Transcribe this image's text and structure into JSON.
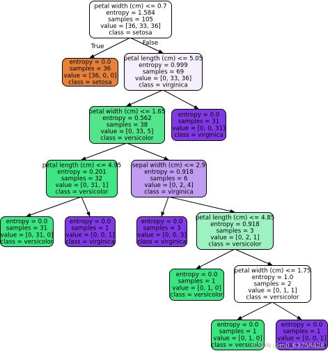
{
  "nodes": [
    {
      "id": "n0",
      "fill": "#ffffff",
      "lines": [
        "petal width (cm) <= 0.7",
        "entropy = 1.584",
        "samples = 105",
        "value = [36, 33, 36]",
        "class = setosa"
      ]
    },
    {
      "id": "n1",
      "fill": "#e58139",
      "lines": [
        "entropy = 0.0",
        "samples = 36",
        "value = [36, 0, 0]",
        "class = setosa"
      ]
    },
    {
      "id": "n2",
      "fill": "#f4eefd",
      "lines": [
        "petal length (cm) <= 5.05",
        "entropy = 0.999",
        "samples = 69",
        "value = [0, 33, 36]",
        "class = virginica"
      ]
    },
    {
      "id": "n3",
      "fill": "#52e58b",
      "lines": [
        "petal width (cm) <= 1.65",
        "entropy = 0.562",
        "samples = 38",
        "value = [0, 33, 5]",
        "class = versicolor"
      ]
    },
    {
      "id": "n4",
      "fill": "#8139e5",
      "lines": [
        "entropy = 0.0",
        "samples = 31",
        "value = [0, 0, 31]",
        "class = virginica"
      ]
    },
    {
      "id": "n5",
      "fill": "#3ee684",
      "lines": [
        "petal length (cm) <= 4.95",
        "entropy = 0.201",
        "samples = 32",
        "value = [0, 31, 1]",
        "class = versicolor"
      ]
    },
    {
      "id": "n6",
      "fill": "#c09cf2",
      "lines": [
        "sepal width (cm) <= 2.9",
        "entropy = 0.918",
        "samples = 6",
        "value = [0, 2, 4]",
        "class = virginica"
      ]
    },
    {
      "id": "n7",
      "fill": "#39e581",
      "lines": [
        "entropy = 0.0",
        "samples = 31",
        "value = [0, 31, 0]",
        "class = versicolor"
      ]
    },
    {
      "id": "n8",
      "fill": "#8139e5",
      "lines": [
        "entropy = 0.0",
        "samples = 1",
        "value = [0, 0, 1]",
        "class = virginica"
      ]
    },
    {
      "id": "n9",
      "fill": "#8139e5",
      "lines": [
        "entropy = 0.0",
        "samples = 3",
        "value = [0, 0, 3]",
        "class = virginica"
      ]
    },
    {
      "id": "n10",
      "fill": "#9cf2c0",
      "lines": [
        "petal length (cm) <= 4.85",
        "entropy = 0.918",
        "samples = 3",
        "value = [0, 2, 1]",
        "class = versicolor"
      ]
    },
    {
      "id": "n11",
      "fill": "#39e581",
      "lines": [
        "entropy = 0.0",
        "samples = 1",
        "value = [0, 1, 0]",
        "class = versicolor"
      ]
    },
    {
      "id": "n12",
      "fill": "#ffffff",
      "lines": [
        "petal width (cm) <= 1.75",
        "entropy = 1.0",
        "samples = 2",
        "value = [0, 1, 1]",
        "class = versicolor"
      ]
    },
    {
      "id": "n13",
      "fill": "#39e581",
      "lines": [
        "entropy = 0.0",
        "samples = 1",
        "value = [0, 1, 0]",
        "class = versicolor"
      ]
    },
    {
      "id": "n14",
      "fill": "#8139e5",
      "lines": [
        "entropy = 0.0",
        "samples = 1",
        "value = [0, 0, 1]",
        "class = virginica"
      ]
    }
  ],
  "edges": [
    {
      "from": "n0",
      "to": "n1",
      "label": "True"
    },
    {
      "from": "n0",
      "to": "n2",
      "label": "False"
    },
    {
      "from": "n2",
      "to": "n3",
      "label": ""
    },
    {
      "from": "n2",
      "to": "n4",
      "label": ""
    },
    {
      "from": "n3",
      "to": "n5",
      "label": ""
    },
    {
      "from": "n3",
      "to": "n6",
      "label": ""
    },
    {
      "from": "n5",
      "to": "n7",
      "label": ""
    },
    {
      "from": "n5",
      "to": "n8",
      "label": ""
    },
    {
      "from": "n6",
      "to": "n9",
      "label": ""
    },
    {
      "from": "n6",
      "to": "n10",
      "label": ""
    },
    {
      "from": "n10",
      "to": "n11",
      "label": ""
    },
    {
      "from": "n10",
      "to": "n12",
      "label": ""
    },
    {
      "from": "n12",
      "to": "n13",
      "label": ""
    },
    {
      "from": "n12",
      "to": "n14",
      "label": ""
    }
  ],
  "watermark": "CSDN @m0_63758428"
}
